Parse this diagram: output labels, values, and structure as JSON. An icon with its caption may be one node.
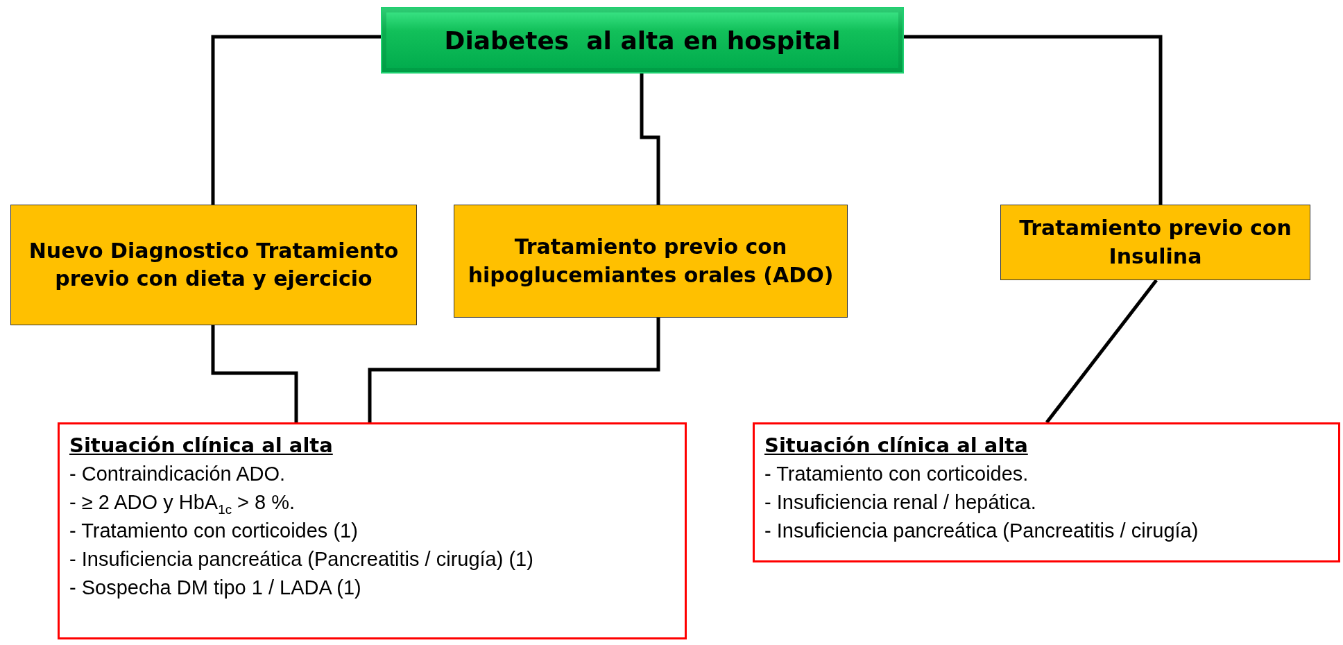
{
  "diagram": {
    "nodes": [
      {
        "text": [
          "Diabetes  al alta en hospital"
        ]
      },
      {
        "text": [
          "Nuevo Diagnostico Tratamiento previo con dieta y ejercicio"
        ]
      },
      {
        "text": [
          "Tratamiento previo con hipoglucemiantes orales (ADO)"
        ]
      },
      {
        "text": [
          "Tratamiento previo con Insulina"
        ]
      },
      {
        "text": [
          "Situación clínica al alta",
          "- Contraindicación ADO.",
          "- ≥ 2 ADO y HbA$_{1c}$ > 8 %.",
          "- Tratamiento con corticoides (1)",
          "- Insuficiencia pancreática (Pancreatitis / cirugía) (1)",
          "- Sospecha DM tipo 1 / LADA (1)"
        ]
      },
      {
        "text": [
          "Situación clínica al alta",
          "- Tratamiento con corticoides.",
          "- Insuficiencia renal / hepática.",
          "- Insuficiencia pancreática (Pancreatitis / cirugía)"
        ]
      }
    ],
    "edges": [
      {
        "from": 0,
        "to": 1,
        "arrow": "none"
      },
      {
        "from": 0,
        "to": 2,
        "arrow": "none"
      },
      {
        "from": 0,
        "to": 3,
        "arrow": "none"
      },
      {
        "from": 1,
        "to": 4,
        "arrow": "none"
      },
      {
        "from": 2,
        "to": 4,
        "arrow": "none"
      },
      {
        "from": 3,
        "to": 5,
        "arrow": "none"
      }
    ]
  }
}
